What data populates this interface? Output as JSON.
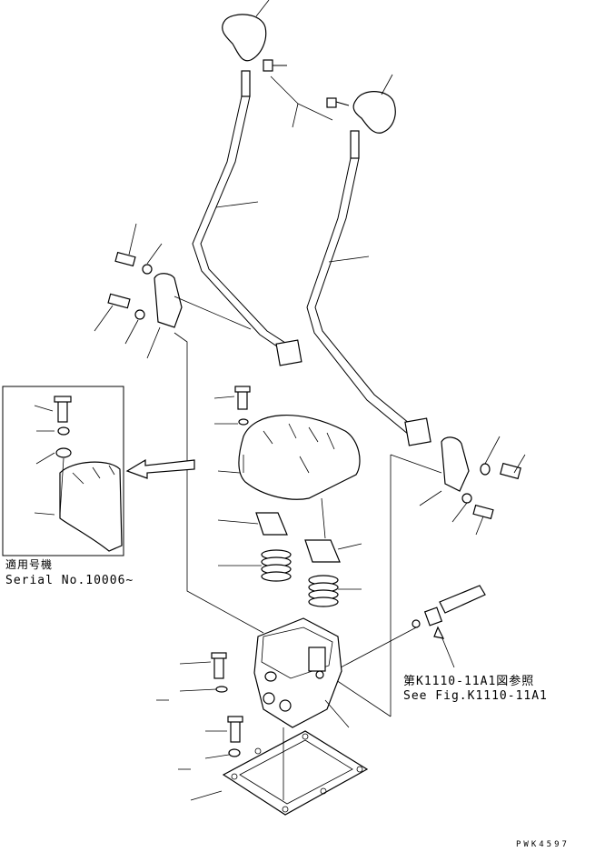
{
  "labels": {
    "serial_jp": "適用号機",
    "serial_number": "Serial No.10006~",
    "ref_jp": "第K1110-11A1図参照",
    "ref_en": "See Fig.K1110-11A1",
    "drawing_code": "PWK4597"
  }
}
